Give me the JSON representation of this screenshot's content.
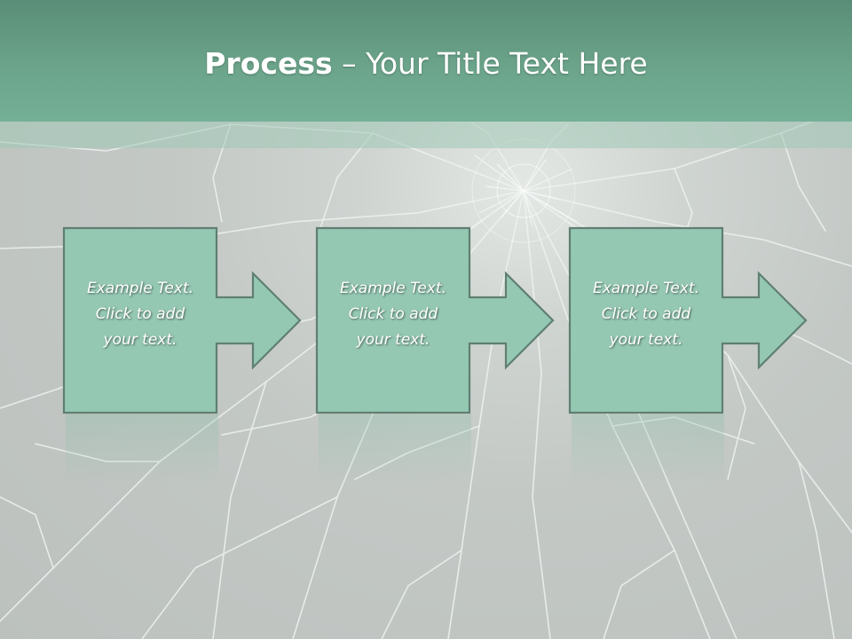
{
  "slide": {
    "title_bold": "Process",
    "title_rest": " – Your Title Text Here"
  },
  "steps": [
    {
      "line1": "Example Text.",
      "line2": "Click  to add",
      "line3": "your text."
    },
    {
      "line1": "Example Text.",
      "line2": "Click  to add",
      "line3": "your text."
    },
    {
      "line1": "Example Text.",
      "line2": "Click  to add",
      "line3": "your text."
    }
  ],
  "colors": {
    "title_bar": "#6ba48a",
    "box_fill": "#95c8b3",
    "box_border": "#5f7f72",
    "background": "#c2c7c4"
  },
  "background_image": "shattered-glass"
}
